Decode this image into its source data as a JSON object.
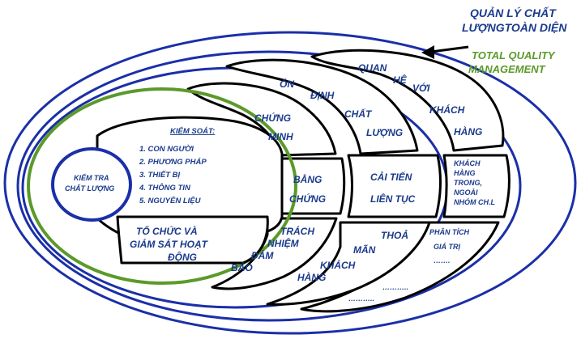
{
  "titles": {
    "vn_line1": "QUẢN LÝ CHẤT",
    "vn_line2": "LƯỢNGTOÀN DIỆN",
    "en_line1": "TOTAL QUALITY",
    "en_line2": "MANAGEMENT"
  },
  "center": {
    "line1": "KIỂM TRA",
    "line2": "CHẤT LƯỢNG"
  },
  "control": {
    "heading": "KIỂM SOÁT:",
    "items": [
      "1. CON NGƯỜI",
      "2. PHƯƠNG PHÁP",
      "3. THIẾT BỊ",
      "4. THÔNG TIN",
      "5. NGUYÊN LIỆU"
    ]
  },
  "org": {
    "line1": "TỔ CHỨC VÀ",
    "line2": "GIÁM SÁT HOẠT",
    "line3": "ĐỘNG"
  },
  "ring2": {
    "top": [
      "CHỨNG",
      "MINH"
    ],
    "mid": [
      "BẰNG",
      "CHỨNG"
    ],
    "bottom": [
      "TRÁCH",
      "NHIỆM",
      "ĐẢM",
      "BẢO"
    ]
  },
  "ring3": {
    "top": [
      "ỔN",
      "ĐỊNH",
      "CHẤT",
      "LƯỢNG"
    ],
    "mid": [
      "CẢI TIẾN",
      "LIÊN TỤC"
    ],
    "bottom": [
      "THOẢ",
      "MÃN",
      "KHÁCH",
      "HÀNG",
      "……….."
    ]
  },
  "ring4": {
    "top": [
      "QUAN",
      "HỆ",
      "VỚI",
      "KHÁCH",
      "HÀNG"
    ],
    "mid": [
      "KHÁCH",
      "HÀNG",
      "TRONG,",
      "NGOÀI",
      "NHÓM CH.L"
    ],
    "bottom": [
      "PHÂN TÍCH",
      "GIÁ TRỊ",
      "……."
    ],
    "bottom_dots": "……….."
  },
  "colors": {
    "blue": "#1b2fa8",
    "green": "#5b9a2a",
    "ink": "#000000",
    "text_blue": "#1a3a8c"
  }
}
